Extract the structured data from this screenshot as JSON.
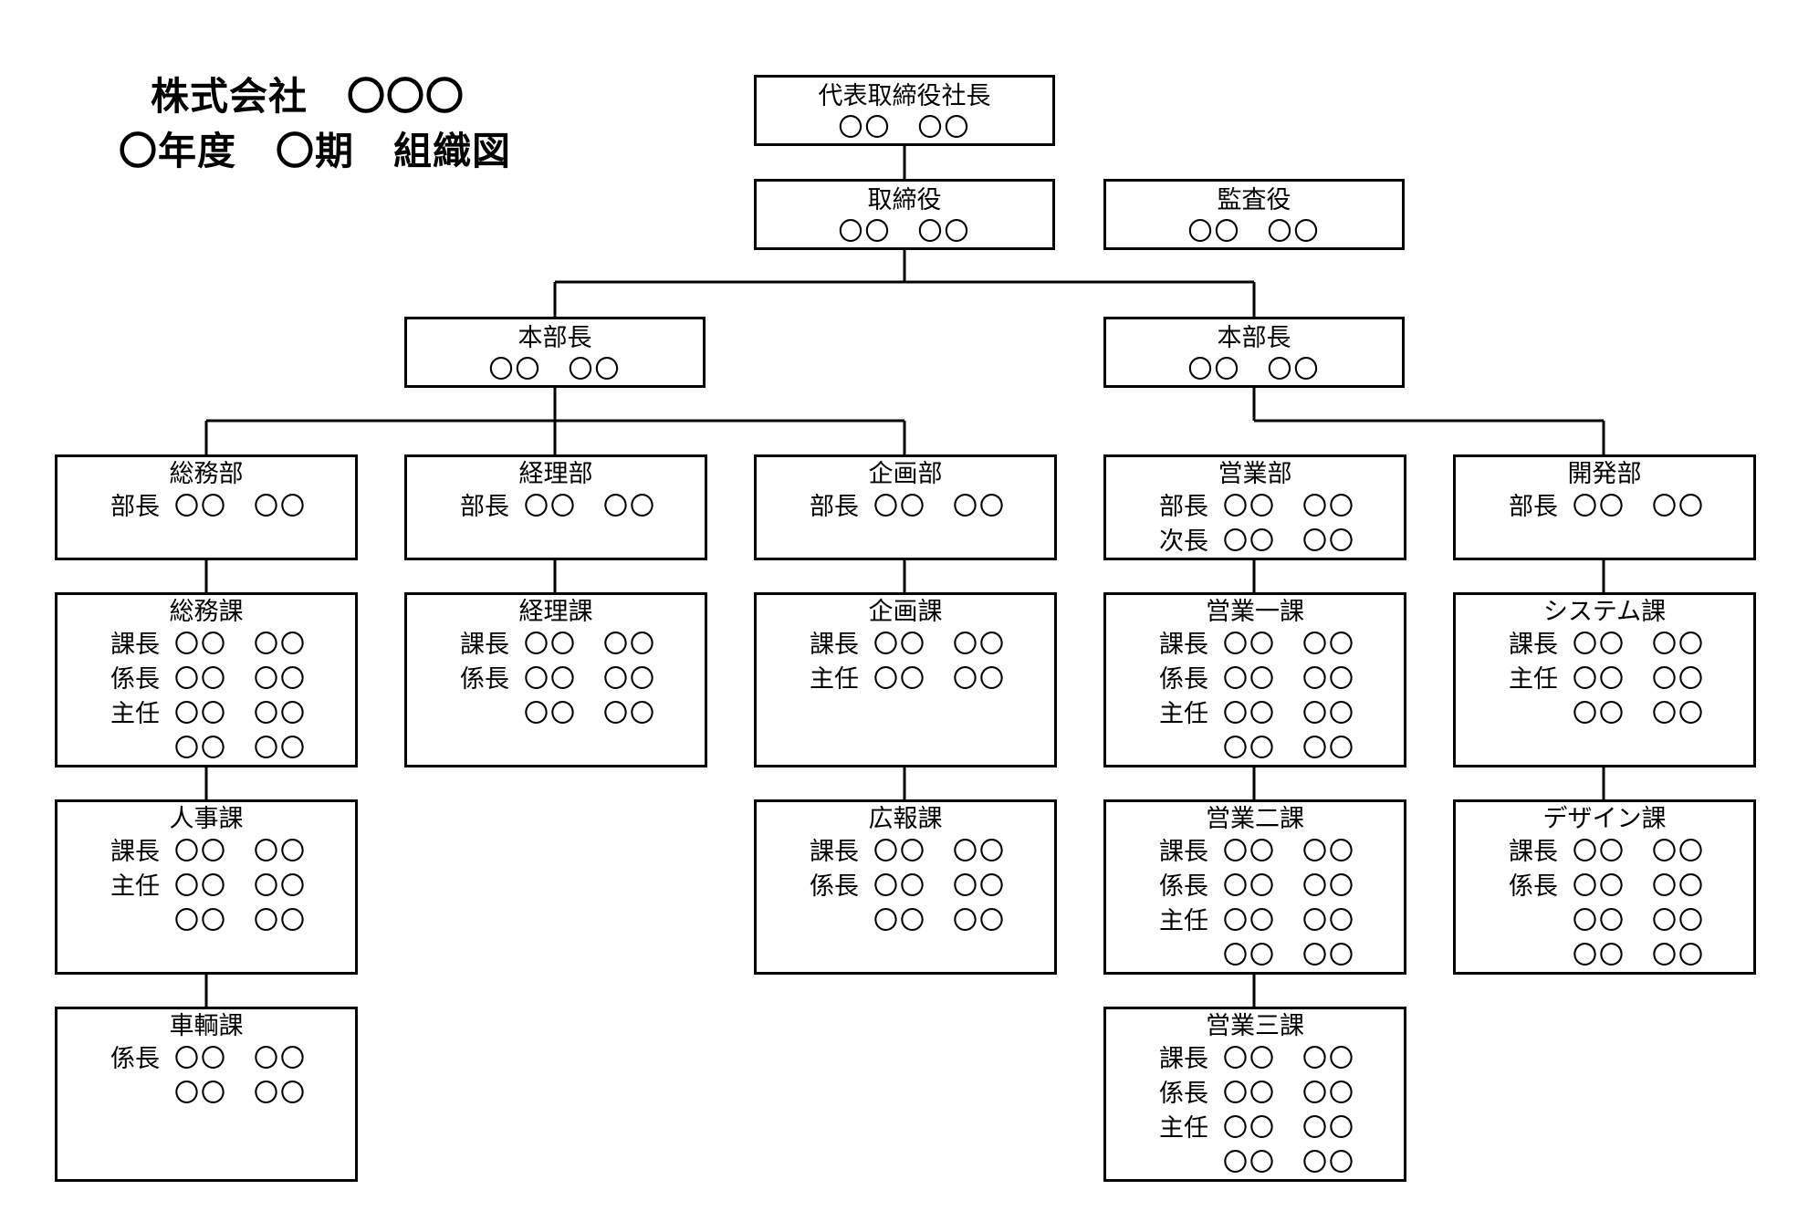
{
  "title": {
    "line1": "株式会社　〇〇〇",
    "line2": "〇年度　〇期　組織図"
  },
  "nodes": {
    "president": {
      "title": "代表取締役社長",
      "name": "〇〇　〇〇"
    },
    "director": {
      "title": "取締役",
      "name": "〇〇　〇〇"
    },
    "auditor": {
      "title": "監査役",
      "name": "〇〇　〇〇"
    },
    "hq1": {
      "title": "本部長",
      "name": "〇〇　〇〇"
    },
    "hq2": {
      "title": "本部長",
      "name": "〇〇　〇〇"
    },
    "soumu_bu": {
      "title": "総務部",
      "rows": [
        {
          "role": "部長",
          "names": "〇〇　〇〇"
        }
      ]
    },
    "keiri_bu": {
      "title": "経理部",
      "rows": [
        {
          "role": "部長",
          "names": "〇〇　〇〇"
        }
      ]
    },
    "kikaku_bu": {
      "title": "企画部",
      "rows": [
        {
          "role": "部長",
          "names": "〇〇　〇〇"
        }
      ]
    },
    "eigyo_bu": {
      "title": "営業部",
      "rows": [
        {
          "role": "部長",
          "names": "〇〇　〇〇"
        },
        {
          "role": "次長",
          "names": "〇〇　〇〇"
        }
      ]
    },
    "kaihatsu_bu": {
      "title": "開発部",
      "rows": [
        {
          "role": "部長",
          "names": "〇〇　〇〇"
        }
      ]
    },
    "soumu_ka": {
      "title": "総務課",
      "rows": [
        {
          "role": "課長",
          "names": "〇〇　〇〇"
        },
        {
          "role": "係長",
          "names": "〇〇　〇〇"
        },
        {
          "role": "主任",
          "names": "〇〇　〇〇"
        },
        {
          "role": "",
          "names": "〇〇　〇〇"
        }
      ]
    },
    "keiri_ka": {
      "title": "経理課",
      "rows": [
        {
          "role": "課長",
          "names": "〇〇　〇〇"
        },
        {
          "role": "係長",
          "names": "〇〇　〇〇"
        },
        {
          "role": "",
          "names": "〇〇　〇〇"
        }
      ]
    },
    "kikaku_ka": {
      "title": "企画課",
      "rows": [
        {
          "role": "課長",
          "names": "〇〇　〇〇"
        },
        {
          "role": "主任",
          "names": "〇〇　〇〇"
        }
      ]
    },
    "eigyo1_ka": {
      "title": "営業一課",
      "rows": [
        {
          "role": "課長",
          "names": "〇〇　〇〇"
        },
        {
          "role": "係長",
          "names": "〇〇　〇〇"
        },
        {
          "role": "主任",
          "names": "〇〇　〇〇"
        },
        {
          "role": "",
          "names": "〇〇　〇〇"
        }
      ]
    },
    "system_ka": {
      "title": "システム課",
      "rows": [
        {
          "role": "課長",
          "names": "〇〇　〇〇"
        },
        {
          "role": "主任",
          "names": "〇〇　〇〇"
        },
        {
          "role": "",
          "names": "〇〇　〇〇"
        }
      ]
    },
    "jinji_ka": {
      "title": "人事課",
      "rows": [
        {
          "role": "課長",
          "names": "〇〇　〇〇"
        },
        {
          "role": "主任",
          "names": "〇〇　〇〇"
        },
        {
          "role": "",
          "names": "〇〇　〇〇"
        }
      ]
    },
    "kouhou_ka": {
      "title": "広報課",
      "rows": [
        {
          "role": "課長",
          "names": "〇〇　〇〇"
        },
        {
          "role": "係長",
          "names": "〇〇　〇〇"
        },
        {
          "role": "",
          "names": "〇〇　〇〇"
        }
      ]
    },
    "eigyo2_ka": {
      "title": "営業二課",
      "rows": [
        {
          "role": "課長",
          "names": "〇〇　〇〇"
        },
        {
          "role": "係長",
          "names": "〇〇　〇〇"
        },
        {
          "role": "主任",
          "names": "〇〇　〇〇"
        },
        {
          "role": "",
          "names": "〇〇　〇〇"
        }
      ]
    },
    "design_ka": {
      "title": "デザイン課",
      "rows": [
        {
          "role": "課長",
          "names": "〇〇　〇〇"
        },
        {
          "role": "係長",
          "names": "〇〇　〇〇"
        },
        {
          "role": "",
          "names": "〇〇　〇〇"
        },
        {
          "role": "",
          "names": "〇〇　〇〇"
        }
      ]
    },
    "sharyo_ka": {
      "title": "車輌課",
      "rows": [
        {
          "role": "係長",
          "names": "〇〇　〇〇"
        },
        {
          "role": "",
          "names": "〇〇　〇〇"
        }
      ]
    },
    "eigyo3_ka": {
      "title": "営業三課",
      "rows": [
        {
          "role": "課長",
          "names": "〇〇　〇〇"
        },
        {
          "role": "係長",
          "names": "〇〇　〇〇"
        },
        {
          "role": "主任",
          "names": "〇〇　〇〇"
        },
        {
          "role": "",
          "names": "〇〇　〇〇"
        }
      ]
    }
  }
}
